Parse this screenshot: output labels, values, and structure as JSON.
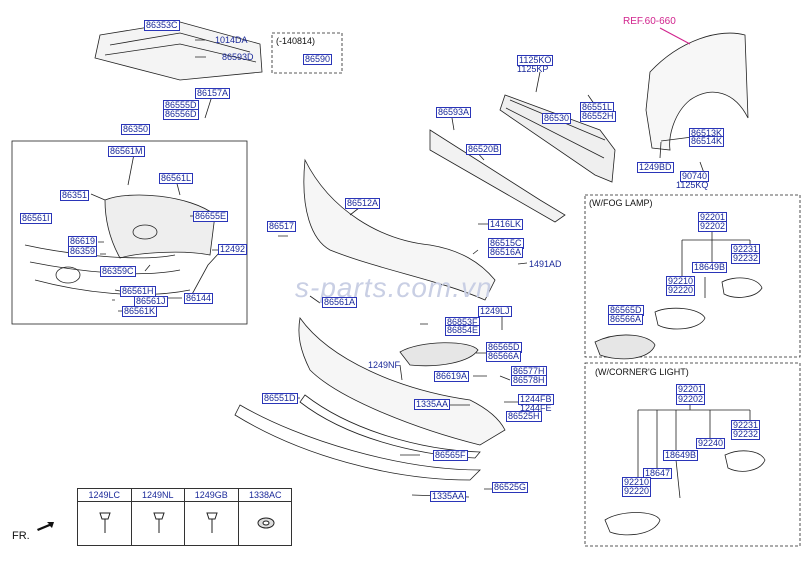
{
  "ref_label": "REF.60-660",
  "date_box": {
    "label": "(-140814)",
    "part": "86590"
  },
  "fog_lamp_box": {
    "title": "(W/FOG LAMP)"
  },
  "corner_light_box": {
    "title": "(W/CORNER'G LIGHT)"
  },
  "watermark": "s-parts.com.vn",
  "direction_label": "FR.",
  "fasteners": [
    "1249LC",
    "1249NL",
    "1249GB",
    "1338AC"
  ],
  "parts": {
    "p86353C": "86353C",
    "p1014DA": "1014DA",
    "p86593D": "86593D",
    "p86157A": "86157A",
    "p86555D": "86555D",
    "p86556D": "86556D",
    "p86350": "86350",
    "p86561M": "86561M",
    "p86561L": "86561L",
    "p86351": "86351",
    "p86655E": "86655E",
    "p86561I": "86561I",
    "p86619": "86619",
    "p86359": "86359",
    "p12492": "12492",
    "p86359C": "86359C",
    "p86561H": "86561H",
    "p86561J": "86561J",
    "p86561K": "86561K",
    "p86144": "86144",
    "p1125KO": "1125KO",
    "p1125KP": "1125KP",
    "p86593A": "86593A",
    "p86530": "86530",
    "p86551L": "86551L",
    "p86552H": "86552H",
    "p86520B": "86520B",
    "p86513K": "86513K",
    "p86514K": "86514K",
    "p1249BD": "1249BD",
    "p90740": "90740",
    "p1125KQ": "1125KQ",
    "p86517": "86517",
    "p86512A": "86512A",
    "p1416LK": "1416LK",
    "p86515C": "86515C",
    "p86516A": "86516A",
    "p1491AD": "1491AD",
    "p86561A": "86561A",
    "p1249LJ": "1249LJ",
    "p86853F": "86853F",
    "p86854E": "86854E",
    "p86565D": "86565D",
    "p86566A": "86566A",
    "p1249NF": "1249NF",
    "p86619A": "86619A",
    "p86577H": "86577H",
    "p86578H": "86578H",
    "p86551D": "86551D",
    "p1335AA": "1335AA",
    "p1244FB": "1244FB",
    "p1244FE": "1244FE",
    "p86525H": "86525H",
    "p86565F": "86565F",
    "p1335AA_2": "1335AA",
    "p86525G": "86525G",
    "f92201": "92201",
    "f92202": "92202",
    "f92231": "92231",
    "f92232": "92232",
    "f18649B": "18649B",
    "f92210": "92210",
    "f92220": "92220",
    "f86565D": "86565D",
    "f86566A": "86566A",
    "c92201": "92201",
    "c92202": "92202",
    "c92231": "92231",
    "c92232": "92232",
    "c92240": "92240",
    "c18649B": "18649B",
    "c18647": "18647",
    "c92210": "92210",
    "c92220": "92220"
  }
}
